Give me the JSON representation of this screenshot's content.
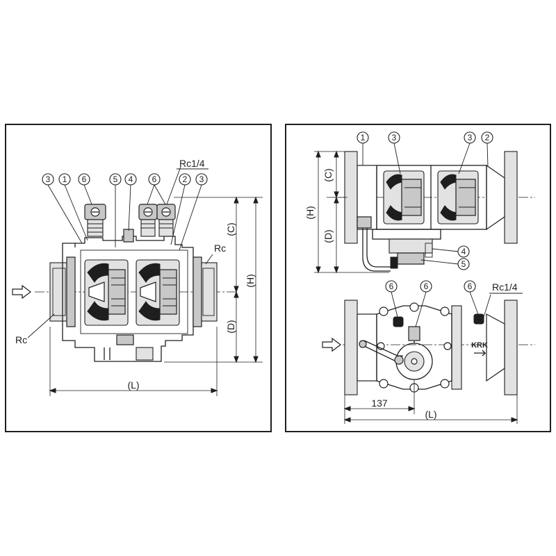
{
  "left_view": {
    "callouts": {
      "c3a": "3",
      "c1": "1",
      "c6a": "6",
      "c5": "5",
      "c4": "4",
      "c6b": "6",
      "c2": "2",
      "c3b": "3"
    },
    "port_label_top": "Rc1/4",
    "port_label_outlet": "Rc",
    "port_label_inlet": "Rc",
    "dims": {
      "C": "(C)",
      "H": "(H)",
      "D": "(D)",
      "L": "(L)"
    }
  },
  "right_view": {
    "side": {
      "callouts": {
        "c1": "1",
        "c3a": "3",
        "c3b": "3",
        "c2": "2",
        "c4": "4",
        "c5": "5"
      },
      "dims": {
        "C": "(C)",
        "H": "(H)",
        "D": "(D)"
      }
    },
    "top": {
      "callouts": {
        "c6a": "6",
        "c6b": "6",
        "c6c": "6"
      },
      "port_label": "Rc1/4",
      "brand": "KRK",
      "dims": {
        "offset": "137",
        "L": "(L)"
      }
    }
  }
}
